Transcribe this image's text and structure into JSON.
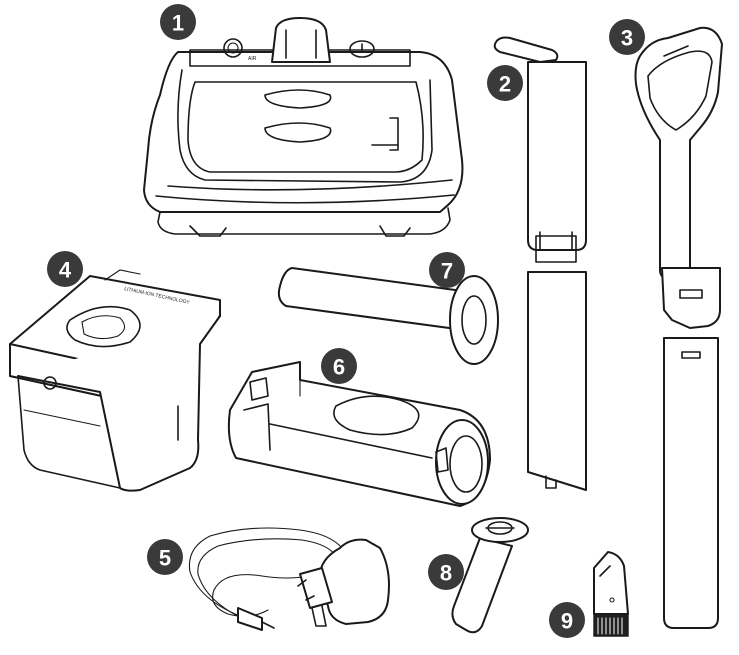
{
  "badges": [
    "1",
    "2",
    "3",
    "4",
    "5",
    "6",
    "7",
    "8",
    "9"
  ],
  "colors": {
    "badge_fill": "#3a3a3a",
    "badge_text": "#ffffff",
    "line": "#1a1a1a",
    "background": "#ffffff"
  }
}
